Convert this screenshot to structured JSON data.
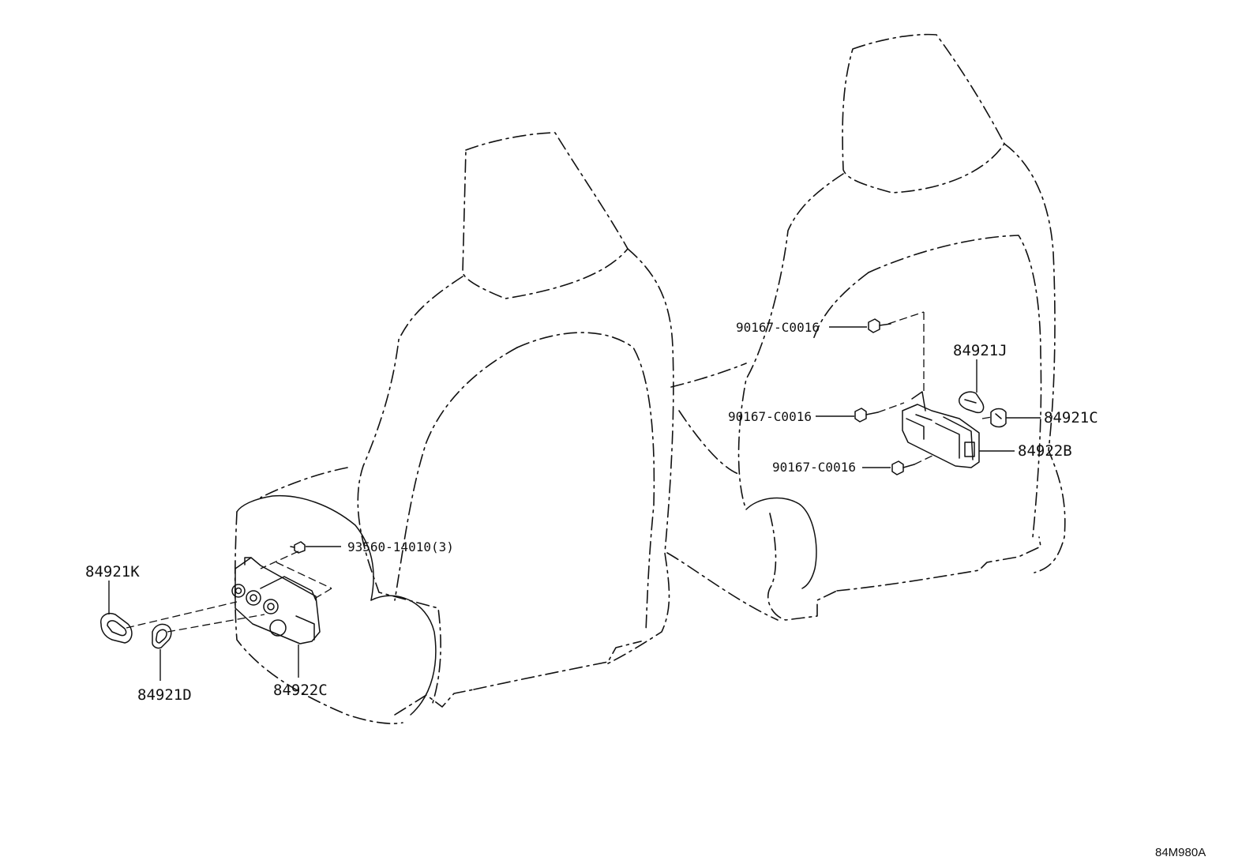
{
  "diagram": {
    "type": "parts-diagram",
    "subject": "front seat assemblies with seat adjuster switches",
    "part_labels": {
      "left_bolt": "93560-14010(3)",
      "left_knob_k": "84921K",
      "left_knob_d": "84921D",
      "left_switch": "84922C",
      "right_screw_top": "90167-C0016",
      "right_screw_mid": "90167-C0016",
      "right_screw_bottom": "90167-C0016",
      "right_knob_j": "84921J",
      "right_knob_c": "84921C",
      "right_switch": "84922B"
    },
    "diagram_code": "84M980A"
  }
}
